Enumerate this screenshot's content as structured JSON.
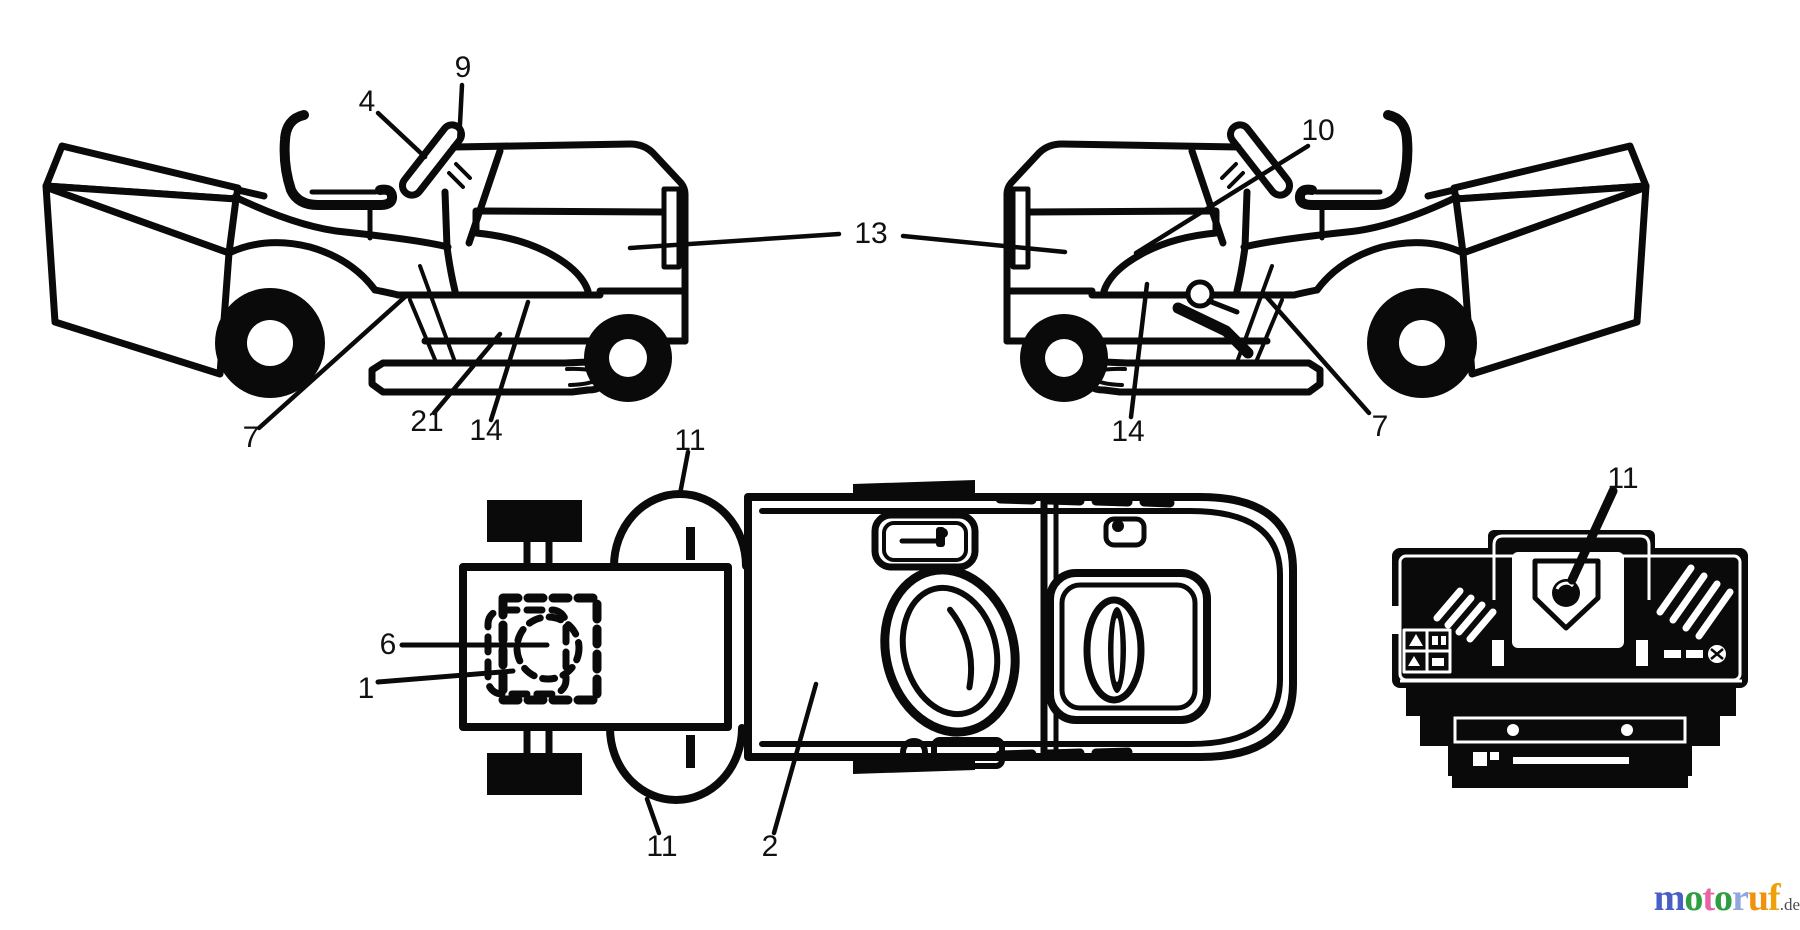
{
  "page": {
    "background_color": "#ffffff",
    "line_color": "#0a0a0a"
  },
  "diagram": {
    "callouts": {
      "left_tractor": {
        "c4": "4",
        "c9": "9",
        "c7": "7",
        "c21": "21",
        "c14": "14"
      },
      "center": {
        "c13": "13"
      },
      "right_tractor": {
        "c10": "10",
        "c14": "14",
        "c7": "7"
      },
      "top_view": {
        "c11_top": "11",
        "c6": "6",
        "c1": "1",
        "c11_bottom": "11",
        "c2": "2"
      },
      "rear_view": {
        "c11": "11"
      }
    }
  },
  "watermark": {
    "brand": "motoruf",
    "suffix": ".de",
    "suffix_color": "#4d4d4d",
    "letters": [
      {
        "char": "m",
        "color": "#4a5fc6"
      },
      {
        "char": "o",
        "color": "#2f9e41"
      },
      {
        "char": "t",
        "color": "#e763a5"
      },
      {
        "char": "o",
        "color": "#2f9e41"
      },
      {
        "char": "r",
        "color": "#93a6e0"
      },
      {
        "char": "u",
        "color": "#f0920e"
      },
      {
        "char": "f",
        "color": "#eda20b"
      }
    ]
  }
}
